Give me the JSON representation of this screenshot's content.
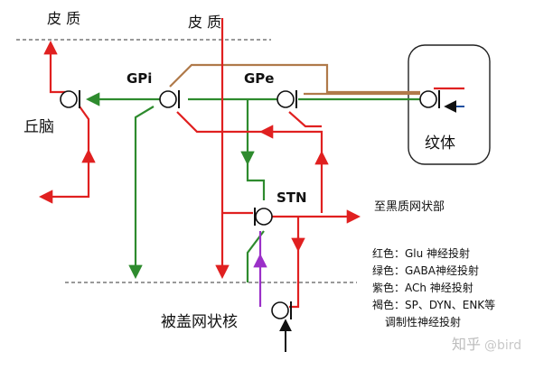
{
  "labels": {
    "cortex_left": "皮  质",
    "cortex_center": "皮  质",
    "thalamus": "丘脑",
    "gpi": "GPi",
    "gpe": "GPe",
    "striatum": "纹体",
    "stn": "STN",
    "to_substantia_nigra": "至黑质网状部",
    "tegmentum": "被盖网状核"
  },
  "legend": {
    "red": "红色：Glu 神经投射",
    "green": "绿色：GABA神经投射",
    "purple": "紫色：ACh 神经投射",
    "brown": "褐色：SP、DYN、ENK等",
    "brown_cont": "调制性神经投射"
  },
  "watermark": {
    "brand": "知乎",
    "handle": "@bird"
  },
  "colors": {
    "glu": "#e02020",
    "gaba": "#2e8b2e",
    "ach": "#9b30c8",
    "modulatory": "#b07a4a",
    "blue": "#1f4fa0",
    "dashed": "#333333"
  },
  "icons": [
    "synapse-icon",
    "arrow-icon"
  ]
}
